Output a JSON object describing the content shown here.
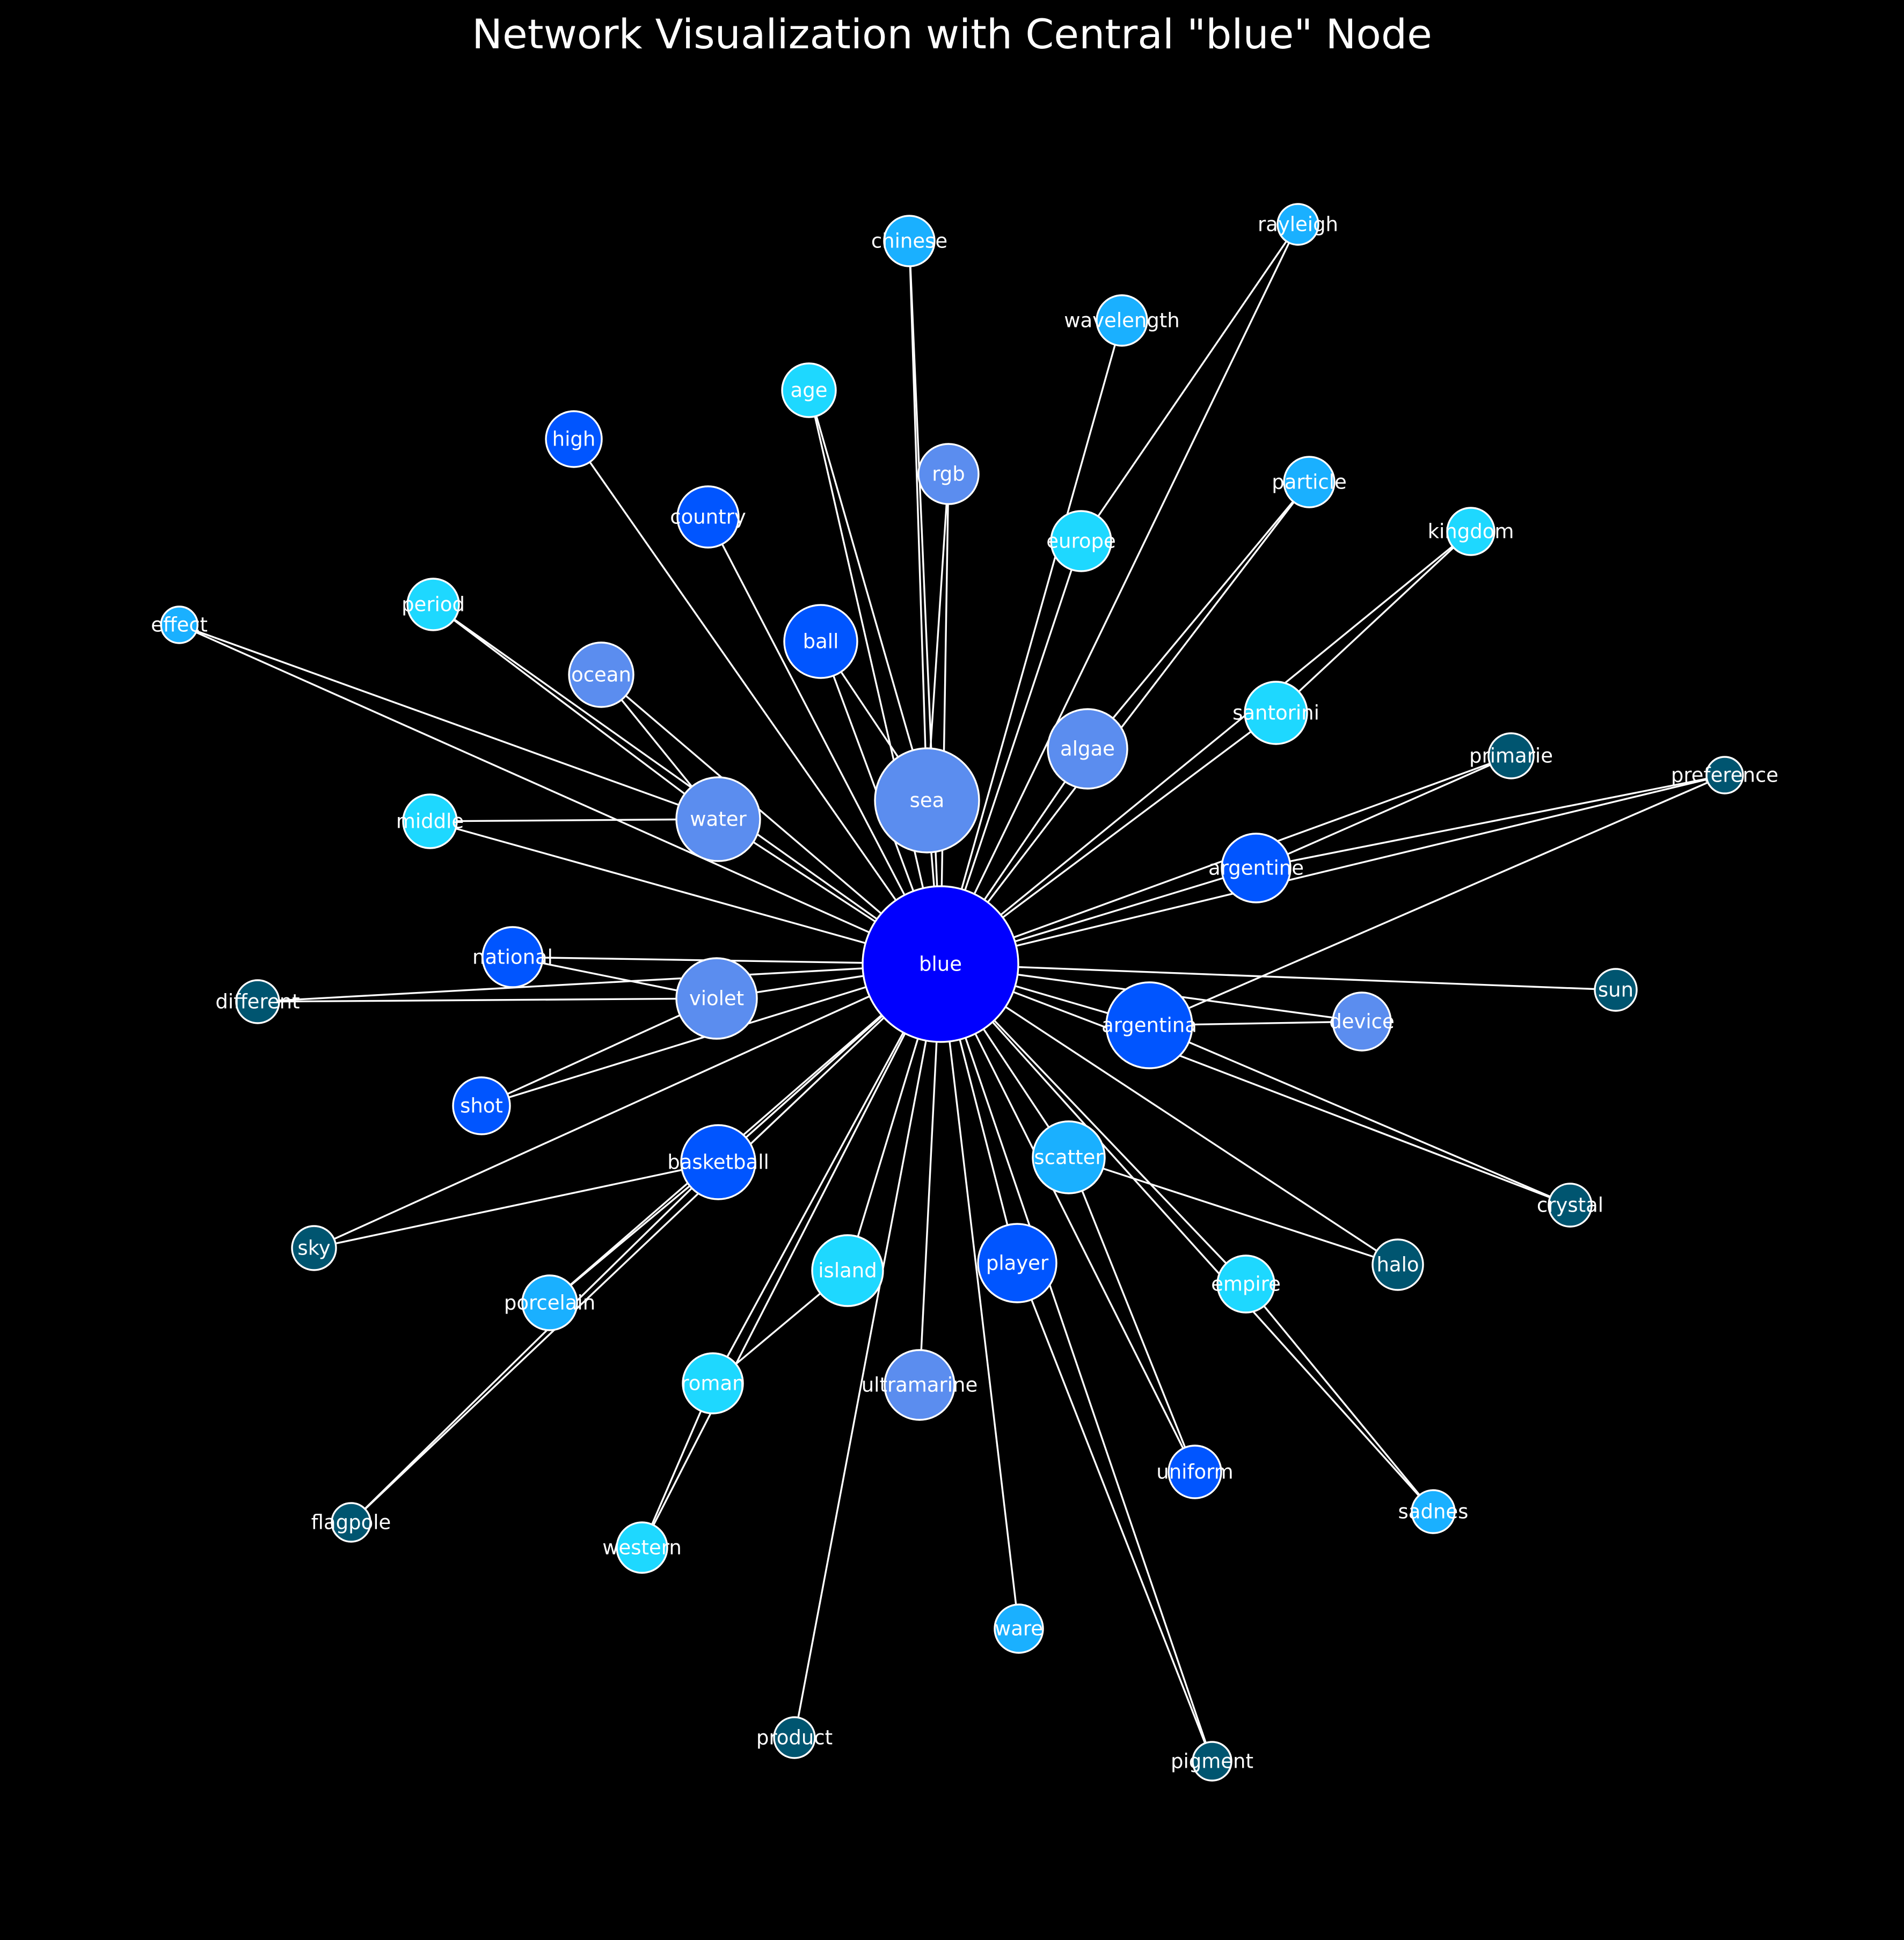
{
  "title": "Network Visualization with Central \"blue\" Node",
  "colors": {
    "background": "#000000",
    "edge": "#ffffff",
    "label": "#ffffff"
  },
  "nodes": [
    {
      "id": "blue",
      "label": "blue",
      "color": "#0000ff"
    },
    {
      "id": "sea",
      "label": "sea",
      "color": "#5b8def"
    },
    {
      "id": "water",
      "label": "water",
      "color": "#5b8def"
    },
    {
      "id": "violet",
      "label": "violet",
      "color": "#5b8def"
    },
    {
      "id": "algae",
      "label": "algae",
      "color": "#5b8def"
    },
    {
      "id": "argentina",
      "label": "argentina",
      "color": "#0055ff"
    },
    {
      "id": "argentine",
      "label": "argentine",
      "color": "#0055ff"
    },
    {
      "id": "basketball",
      "label": "basketball",
      "color": "#0055ff"
    },
    {
      "id": "player",
      "label": "player",
      "color": "#0055ff"
    },
    {
      "id": "ball",
      "label": "ball",
      "color": "#0055ff"
    },
    {
      "id": "ocean",
      "label": "ocean",
      "color": "#5b8def"
    },
    {
      "id": "rgb",
      "label": "rgb",
      "color": "#5b8def"
    },
    {
      "id": "ultramarine",
      "label": "ultramarine",
      "color": "#5b8def"
    },
    {
      "id": "device",
      "label": "device",
      "color": "#5b8def"
    },
    {
      "id": "national",
      "label": "national",
      "color": "#0055ff"
    },
    {
      "id": "shot",
      "label": "shot",
      "color": "#0055ff"
    },
    {
      "id": "country",
      "label": "country",
      "color": "#0055ff"
    },
    {
      "id": "high",
      "label": "high",
      "color": "#0055ff"
    },
    {
      "id": "uniform",
      "label": "uniform",
      "color": "#0055ff"
    },
    {
      "id": "scatter",
      "label": "scatter",
      "color": "#1ab0ff"
    },
    {
      "id": "island",
      "label": "island",
      "color": "#1ed8ff"
    },
    {
      "id": "santorini",
      "label": "santorini",
      "color": "#1ed8ff"
    },
    {
      "id": "europe",
      "label": "europe",
      "color": "#1ed8ff"
    },
    {
      "id": "empire",
      "label": "empire",
      "color": "#1ed8ff"
    },
    {
      "id": "roman",
      "label": "roman",
      "color": "#1ed8ff"
    },
    {
      "id": "age",
      "label": "age",
      "color": "#1ed8ff"
    },
    {
      "id": "middle",
      "label": "middle",
      "color": "#1ed8ff"
    },
    {
      "id": "period",
      "label": "period",
      "color": "#1ed8ff"
    },
    {
      "id": "kingdom",
      "label": "kingdom",
      "color": "#1ed8ff"
    },
    {
      "id": "western",
      "label": "western",
      "color": "#1ed8ff"
    },
    {
      "id": "chinese",
      "label": "chinese",
      "color": "#1ab0ff"
    },
    {
      "id": "wavelength",
      "label": "wavelength",
      "color": "#1ab0ff"
    },
    {
      "id": "rayleigh",
      "label": "rayleigh",
      "color": "#1ab0ff"
    },
    {
      "id": "particle",
      "label": "particle",
      "color": "#1ab0ff"
    },
    {
      "id": "porcelain",
      "label": "porcelain",
      "color": "#1ab0ff"
    },
    {
      "id": "ware",
      "label": "ware",
      "color": "#1ab0ff"
    },
    {
      "id": "sadnes",
      "label": "sadnes",
      "color": "#1ab0ff"
    },
    {
      "id": "effect",
      "label": "effect",
      "color": "#1ab0ff"
    },
    {
      "id": "primarie",
      "label": "primarie",
      "color": "#005570"
    },
    {
      "id": "preference",
      "label": "preference",
      "color": "#005570"
    },
    {
      "id": "sun",
      "label": "sun",
      "color": "#005570"
    },
    {
      "id": "crystal",
      "label": "crystal",
      "color": "#005570"
    },
    {
      "id": "halo",
      "label": "halo",
      "color": "#005570"
    },
    {
      "id": "pigment",
      "label": "pigment",
      "color": "#005570"
    },
    {
      "id": "product",
      "label": "product",
      "color": "#005570"
    },
    {
      "id": "flagpole",
      "label": "flagpole",
      "color": "#005570"
    },
    {
      "id": "sky",
      "label": "sky",
      "color": "#005570"
    },
    {
      "id": "different",
      "label": "different",
      "color": "#005570"
    }
  ],
  "edges": [
    [
      "blue",
      "sea"
    ],
    [
      "blue",
      "water"
    ],
    [
      "blue",
      "violet"
    ],
    [
      "blue",
      "algae"
    ],
    [
      "blue",
      "argentina"
    ],
    [
      "blue",
      "argentine"
    ],
    [
      "blue",
      "basketball"
    ],
    [
      "blue",
      "player"
    ],
    [
      "blue",
      "ball"
    ],
    [
      "blue",
      "ocean"
    ],
    [
      "blue",
      "rgb"
    ],
    [
      "blue",
      "ultramarine"
    ],
    [
      "blue",
      "device"
    ],
    [
      "blue",
      "national"
    ],
    [
      "blue",
      "shot"
    ],
    [
      "blue",
      "country"
    ],
    [
      "blue",
      "high"
    ],
    [
      "blue",
      "uniform"
    ],
    [
      "blue",
      "scatter"
    ],
    [
      "blue",
      "island"
    ],
    [
      "blue",
      "santorini"
    ],
    [
      "blue",
      "europe"
    ],
    [
      "blue",
      "empire"
    ],
    [
      "blue",
      "roman"
    ],
    [
      "blue",
      "age"
    ],
    [
      "blue",
      "middle"
    ],
    [
      "blue",
      "period"
    ],
    [
      "blue",
      "kingdom"
    ],
    [
      "blue",
      "western"
    ],
    [
      "blue",
      "chinese"
    ],
    [
      "blue",
      "wavelength"
    ],
    [
      "blue",
      "rayleigh"
    ],
    [
      "blue",
      "particle"
    ],
    [
      "blue",
      "porcelain"
    ],
    [
      "blue",
      "ware"
    ],
    [
      "blue",
      "sadnes"
    ],
    [
      "blue",
      "effect"
    ],
    [
      "blue",
      "primarie"
    ],
    [
      "blue",
      "preference"
    ],
    [
      "blue",
      "sun"
    ],
    [
      "blue",
      "crystal"
    ],
    [
      "blue",
      "halo"
    ],
    [
      "blue",
      "pigment"
    ],
    [
      "blue",
      "product"
    ],
    [
      "blue",
      "flagpole"
    ],
    [
      "blue",
      "sky"
    ],
    [
      "blue",
      "different"
    ],
    [
      "sea",
      "rgb"
    ],
    [
      "sea",
      "chinese"
    ],
    [
      "sea",
      "age"
    ],
    [
      "sea",
      "ball"
    ],
    [
      "water",
      "ocean"
    ],
    [
      "water",
      "period"
    ],
    [
      "water",
      "middle"
    ],
    [
      "water",
      "effect"
    ],
    [
      "violet",
      "different"
    ],
    [
      "violet",
      "shot"
    ],
    [
      "violet",
      "national"
    ],
    [
      "argentina",
      "device"
    ],
    [
      "argentina",
      "crystal"
    ],
    [
      "argentina",
      "preference"
    ],
    [
      "argentine",
      "primarie"
    ],
    [
      "argentine",
      "preference"
    ],
    [
      "basketball",
      "porcelain"
    ],
    [
      "basketball",
      "flagpole"
    ],
    [
      "basketball",
      "sky"
    ],
    [
      "player",
      "pigment"
    ],
    [
      "scatter",
      "uniform"
    ],
    [
      "scatter",
      "halo"
    ],
    [
      "empire",
      "sadnes"
    ],
    [
      "roman",
      "western"
    ],
    [
      "santorini",
      "kingdom"
    ],
    [
      "europe",
      "rayleigh"
    ],
    [
      "algae",
      "particle"
    ],
    [
      "island",
      "roman"
    ]
  ]
}
